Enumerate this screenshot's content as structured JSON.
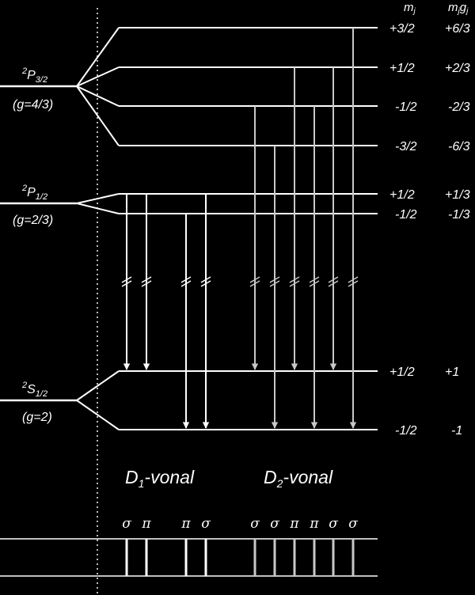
{
  "colors": {
    "background": "#000000",
    "line": "#ffffff",
    "d2_transition": "#c8c8c8",
    "dotted": "#bbbbbb"
  },
  "header": {
    "mj": "m",
    "mj_sub": "j",
    "mjgj_m": "m",
    "mjgj_sub1": "j",
    "mjgj_g": "g",
    "mjgj_sub2": "j"
  },
  "terms": [
    {
      "id": "p32",
      "symbol_sup": "2",
      "symbol_main": "P",
      "symbol_sub": "3/2",
      "g_label": "(g=4/3)",
      "sublevels": [
        {
          "mj": "+3/2",
          "mjgj": "+6/3"
        },
        {
          "mj": "+1/2",
          "mjgj": "+2/3"
        },
        {
          "mj": "-1/2",
          "mjgj": "-2/3"
        },
        {
          "mj": "-3/2",
          "mjgj": "-6/3"
        }
      ]
    },
    {
      "id": "p12",
      "symbol_sup": "2",
      "symbol_main": "P",
      "symbol_sub": "1/2",
      "g_label": "(g=2/3)",
      "sublevels": [
        {
          "mj": "+1/2",
          "mjgj": "+1/3"
        },
        {
          "mj": "-1/2",
          "mjgj": "-1/3"
        }
      ]
    },
    {
      "id": "s12",
      "symbol_sup": "2",
      "symbol_main": "S",
      "symbol_sub": "1/2",
      "g_label": "(g=2)",
      "sublevels": [
        {
          "mj": "+1/2",
          "mjgj": "+1"
        },
        {
          "mj": "-1/2",
          "mjgj": "-1"
        }
      ]
    }
  ],
  "lines": {
    "d1_main": "D",
    "d1_sub": "1",
    "d1_rest": "-vonal",
    "d2_main": "D",
    "d2_sub": "2",
    "d2_rest": "-vonal"
  },
  "transitions": [
    {
      "group": "D1",
      "from": "p12:+1/2",
      "to": "s12:+1/2",
      "polarization": "σ"
    },
    {
      "group": "D1",
      "from": "p12:+1/2",
      "to": "s12:+1/2",
      "polarization": "π"
    },
    {
      "group": "D1",
      "from": "p12:-1/2",
      "to": "s12:-1/2",
      "polarization": "π"
    },
    {
      "group": "D1",
      "from": "p12:+1/2",
      "to": "s12:-1/2",
      "polarization": "σ"
    },
    {
      "group": "D2",
      "from": "p32:-1/2",
      "to": "s12:+1/2",
      "polarization": "σ"
    },
    {
      "group": "D2",
      "from": "p32:-3/2",
      "to": "s12:-1/2",
      "polarization": "σ"
    },
    {
      "group": "D2",
      "from": "p32:+1/2",
      "to": "s12:+1/2",
      "polarization": "π"
    },
    {
      "group": "D2",
      "from": "p32:-1/2",
      "to": "s12:-1/2",
      "polarization": "π"
    },
    {
      "group": "D2",
      "from": "p32:+1/2",
      "to": "s12:+1/2",
      "polarization": "σ"
    },
    {
      "group": "D2",
      "from": "p32:+3/2",
      "to": "s12:-1/2",
      "polarization": "σ"
    }
  ]
}
